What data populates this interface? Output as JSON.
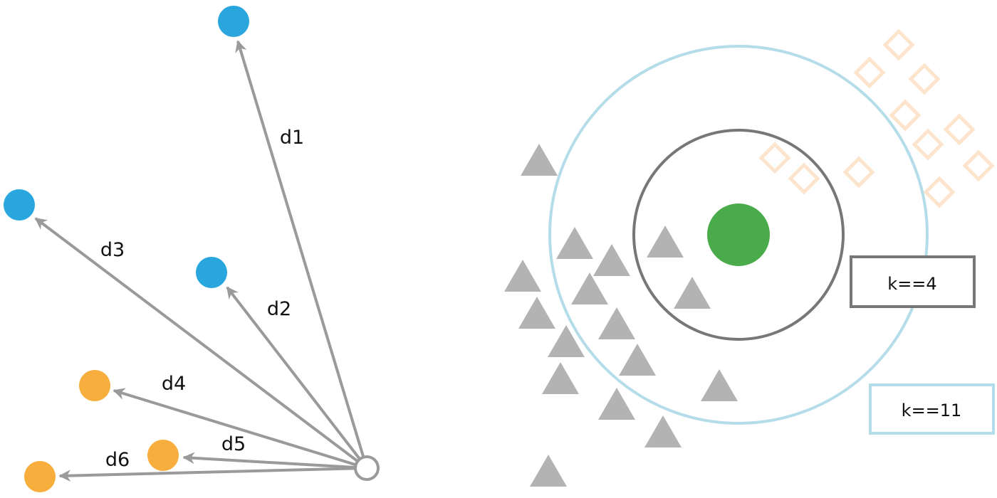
{
  "left_diagram": {
    "distance_labels": [
      "d1",
      "d2",
      "d3",
      "d4",
      "d5",
      "d6"
    ]
  },
  "right_diagram": {
    "k_small_label": "k==4",
    "k_large_label": "k==11"
  },
  "colors": {
    "class_a_blue": "#2aa6df",
    "class_b_orange": "#f7ae3d",
    "arrow_gray": "#9a9a9a",
    "query_green": "#4aab4a",
    "triangle_gray": "#b3b3b3",
    "diamond_peach": "#fde4cd",
    "k4_circle": "#777777",
    "k11_circle": "#b5dde9"
  }
}
